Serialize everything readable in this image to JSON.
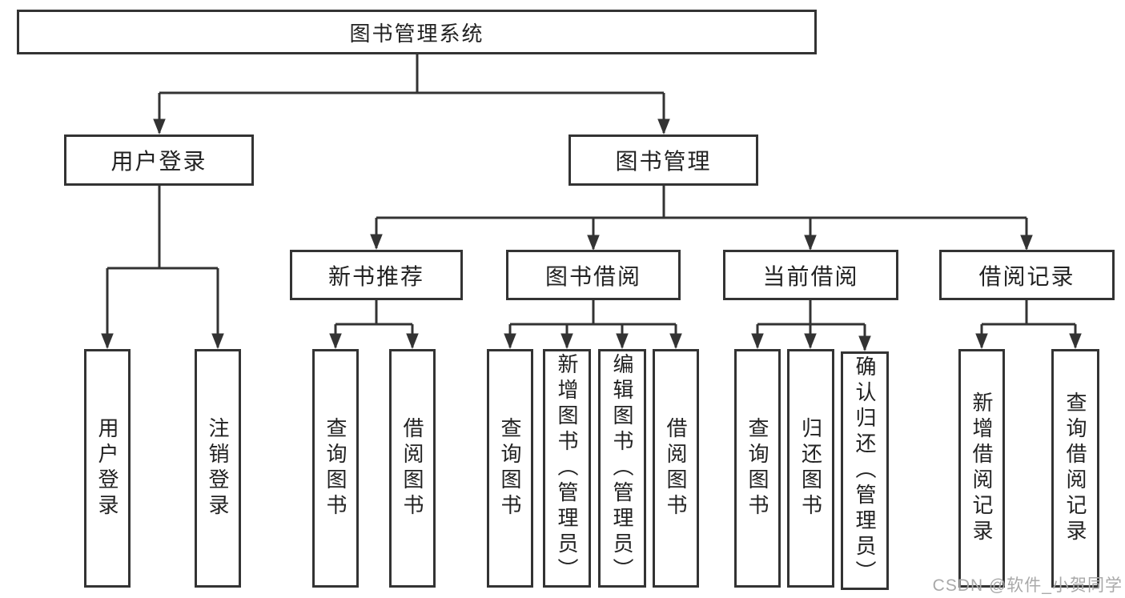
{
  "diagram": {
    "type": "hierarchy-tree",
    "root": {
      "label": "图书管理系统",
      "children": [
        {
          "label": "用户登录",
          "children": [
            {
              "label": "用户登录"
            },
            {
              "label": "注销登录"
            }
          ]
        },
        {
          "label": "图书管理",
          "children": [
            {
              "label": "新书推荐",
              "children": [
                {
                  "label": "查询图书"
                },
                {
                  "label": "借阅图书"
                }
              ]
            },
            {
              "label": "图书借阅",
              "children": [
                {
                  "label": "查询图书"
                },
                {
                  "label": "新增图书（管理员）"
                },
                {
                  "label": "编辑图书（管理员）"
                },
                {
                  "label": "借阅图书"
                }
              ]
            },
            {
              "label": "当前借阅",
              "children": [
                {
                  "label": "查询图书"
                },
                {
                  "label": "归还图书"
                },
                {
                  "label": "确认归还（管理员）"
                }
              ]
            },
            {
              "label": "借阅记录",
              "children": [
                {
                  "label": "新增借阅记录"
                },
                {
                  "label": "查询借阅记录"
                }
              ]
            }
          ]
        }
      ]
    }
  },
  "watermark": "CSDN @软件_小贺同学",
  "colors": {
    "line": "#333333",
    "text": "#222222",
    "watermark": "#a9a9a9",
    "bg": "#ffffff"
  }
}
